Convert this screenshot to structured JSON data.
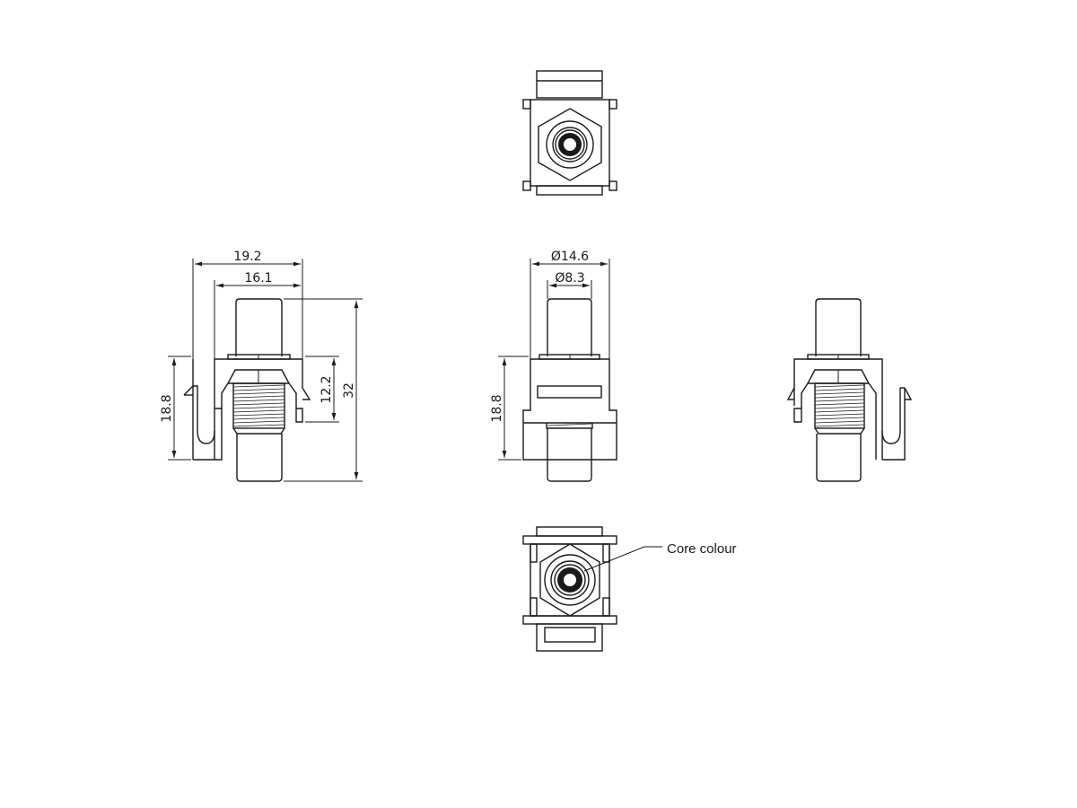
{
  "drawing": {
    "subject": "Keystone RCA connector technical drawing",
    "views": [
      "top-view",
      "left-side-view",
      "front-view",
      "right-side-view",
      "bottom-view"
    ],
    "dimensions": {
      "width_overall": "19.2",
      "width_inner": "16.1",
      "height_overall": "32",
      "latch_height": "12.2",
      "body_height_left": "18.8",
      "body_height_front": "18.8",
      "diameter_outer": "Ø14.6",
      "diameter_inner": "Ø8.3"
    },
    "annotations": {
      "core_colour": "Core colour"
    },
    "colors": {
      "line": "#1a1a1a",
      "background": "#ffffff"
    }
  }
}
